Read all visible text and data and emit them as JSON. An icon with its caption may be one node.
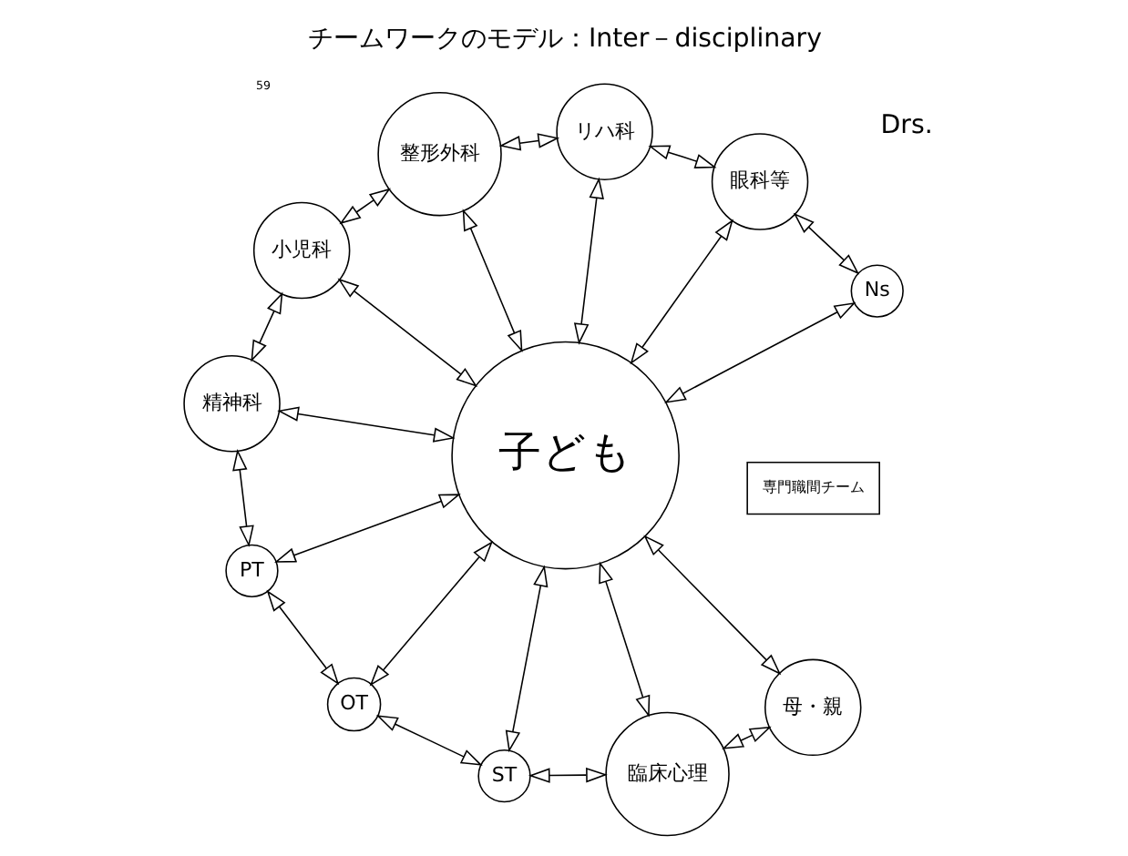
{
  "diagram": {
    "title": "チームワークのモデル：Inter－disciplinary",
    "nodes": [
      {
        "text": [
          "専門職間チーム"
        ]
      },
      {
        "text": [
          "母・親"
        ]
      },
      {
        "text": [
          "Ns"
        ]
      },
      {
        "text": [
          "臨床心理"
        ]
      },
      {
        "text": [
          "子ども"
        ]
      },
      {
        "text": [
          "眼科等"
        ]
      },
      {
        "text": [
          "ST"
        ]
      },
      {
        "text": [
          "リハ科"
        ]
      },
      {
        "text": [
          "OT"
        ]
      },
      {
        "text": [
          "整形外科"
        ]
      },
      {
        "text": [
          "PT"
        ]
      },
      {
        "text": [
          "精神科"
        ]
      },
      {
        "text": [
          "小児科"
        ]
      }
    ],
    "edges": [
      {
        "from": 3,
        "to": 1,
        "arrow": "both"
      },
      {
        "from": 1,
        "to": 4,
        "arrow": "both"
      },
      {
        "from": 3,
        "to": 4,
        "arrow": "both"
      },
      {
        "from": 4,
        "to": 2,
        "arrow": "both"
      },
      {
        "from": 2,
        "to": 5,
        "arrow": "both"
      },
      {
        "from": 4,
        "to": 5,
        "arrow": "both"
      },
      {
        "from": 5,
        "to": 7,
        "arrow": "both"
      },
      {
        "from": 4,
        "to": 7,
        "arrow": "both"
      },
      {
        "from": 7,
        "to": 9,
        "arrow": "both"
      },
      {
        "from": 4,
        "to": 9,
        "arrow": "both"
      },
      {
        "from": 9,
        "to": 12,
        "arrow": "both"
      },
      {
        "from": 4,
        "to": 12,
        "arrow": "both"
      },
      {
        "from": 12,
        "to": 11,
        "arrow": "both"
      },
      {
        "from": 4,
        "to": 11,
        "arrow": "both"
      },
      {
        "from": 11,
        "to": 10,
        "arrow": "both"
      },
      {
        "from": 4,
        "to": 10,
        "arrow": "both"
      },
      {
        "from": 10,
        "to": 8,
        "arrow": "both"
      },
      {
        "from": 4,
        "to": 8,
        "arrow": "both"
      },
      {
        "from": 8,
        "to": 6,
        "arrow": "both"
      },
      {
        "from": 4,
        "to": 6,
        "arrow": "both"
      },
      {
        "from": 6,
        "to": 3,
        "arrow": "both"
      }
    ],
    "labels": [
      "Drs.",
      "59"
    ]
  }
}
